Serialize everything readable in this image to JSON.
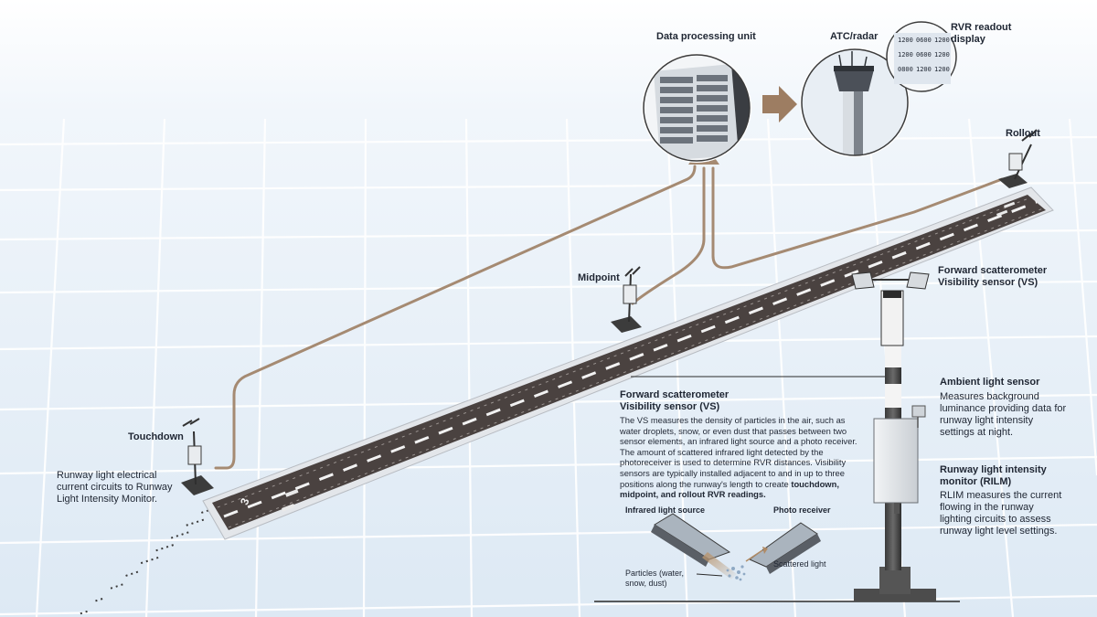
{
  "labels": {
    "data_processing_unit": "Data processing unit",
    "atc_radar": "ATC/radar",
    "rvr_readout_display": "RVR readout display",
    "rollout": "Rollout",
    "midpoint": "Midpoint",
    "touchdown": "Touchdown",
    "forward_scatterometer_top": "Forward scatterometer Visibility sensor (VS)",
    "runway_light_circuits": "Runway light electrical current circuits to Runway Light Intensity Monitor.",
    "runway_number": "3"
  },
  "vs_info": {
    "title": "Forward scatterometer Visibility sensor (VS)",
    "body": "The VS measures the density of particles in the air, such as water droplets, snow, or even dust that passes between two sensor elements, an infrared light source and a photo receiver. The amount of scattered infrared light detected by the photoreceiver is used to determine RVR distances. Visibility sensors are typically installed adjacent to and in up to three positions along the runway's length to create",
    "body_bold": "touchdown, midpoint, and rollout RVR readings."
  },
  "diagram": {
    "infrared_light_source": "Infrared light source",
    "photo_receiver": "Photo receiver",
    "scattered_light": "Scattered light",
    "particles": "Particles (water, snow, dust)"
  },
  "ambient": {
    "title": "Ambient light sensor",
    "body": "Measures background luminance providing data for runway light intensity settings at night."
  },
  "rilm": {
    "title": "Runway light intensity monitor (RILM)",
    "body": "RLIM measures the current flowing in the runway lighting circuits to assess runway light level settings."
  },
  "rvr_display_values": [
    "1200",
    "0600",
    "1200",
    "1200",
    "0600",
    "1200",
    "0800",
    "1200",
    "1200"
  ],
  "colors": {
    "cable": "#a58a72",
    "runway": "#4a4240",
    "sky": "#e4eef7",
    "grid": "#ffffff"
  }
}
